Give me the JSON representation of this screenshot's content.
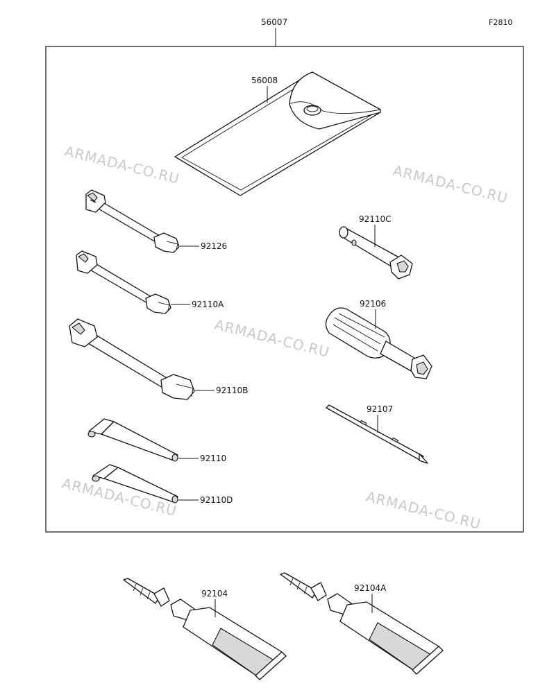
{
  "diagram_code": "F2810",
  "kit": {
    "part_no": "56007"
  },
  "watermark": "ARMADA-CO.RU",
  "parts": [
    {
      "id": "case",
      "part_no": "56008"
    },
    {
      "id": "wrench-small",
      "part_no": "92126"
    },
    {
      "id": "wrench-medium",
      "part_no": "92110A"
    },
    {
      "id": "wrench-large",
      "part_no": "92110B"
    },
    {
      "id": "hex-key-large",
      "part_no": "92110"
    },
    {
      "id": "hex-key-small",
      "part_no": "92110D"
    },
    {
      "id": "plug-spanner",
      "part_no": "92110C"
    },
    {
      "id": "screwdriver-handle",
      "part_no": "92106"
    },
    {
      "id": "screwdriver-bit",
      "part_no": "92107"
    },
    {
      "id": "grease-tube-1",
      "part_no": "92104"
    },
    {
      "id": "grease-tube-2",
      "part_no": "92104A"
    }
  ]
}
